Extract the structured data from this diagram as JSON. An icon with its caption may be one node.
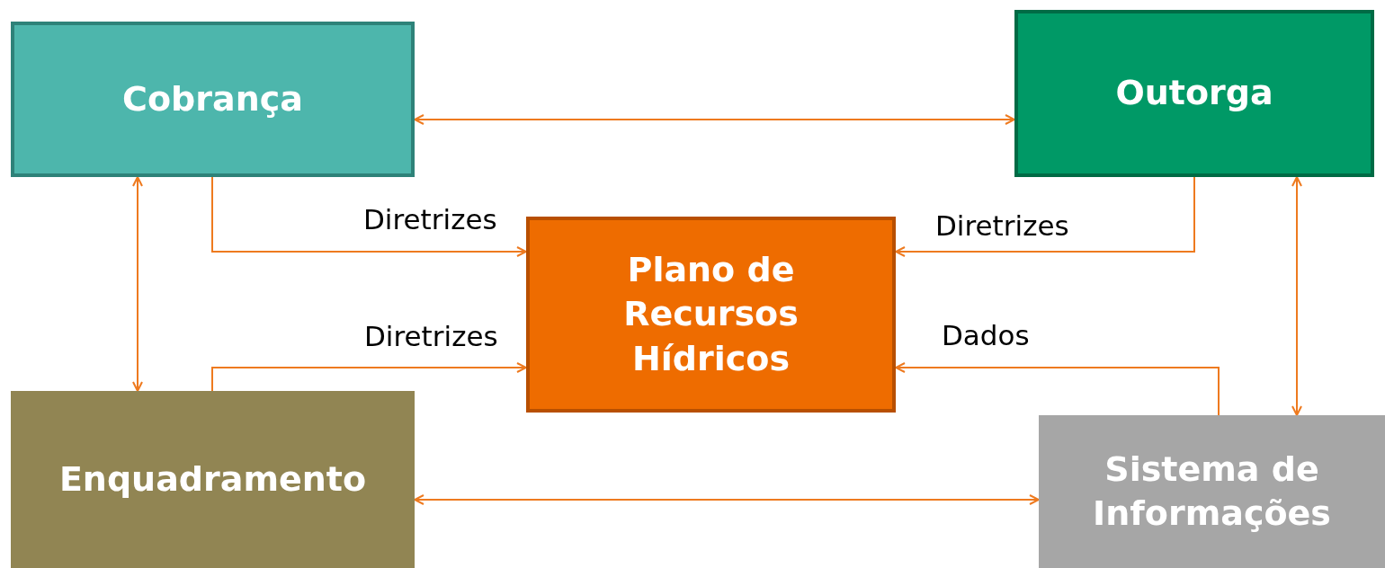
{
  "diagram": {
    "nodes": [
      {
        "text": [
          "Cobrança"
        ]
      },
      {
        "text": [
          "Outorga"
        ]
      },
      {
        "text": [
          "Plano de Recursos Hídricos"
        ]
      },
      {
        "text": [
          "Enquadramento"
        ]
      },
      {
        "text": [
          "Sistema de Informações"
        ]
      }
    ],
    "edges": [
      {
        "from": 0,
        "to": 1,
        "arrow": "both"
      },
      {
        "from": 0,
        "to": 3,
        "arrow": "both"
      },
      {
        "from": 0,
        "to": 2,
        "arrow": "to",
        "label": "Diretrizes"
      },
      {
        "from": 1,
        "to": 2,
        "arrow": "to",
        "label": "Diretrizes"
      },
      {
        "from": 3,
        "to": 2,
        "arrow": "to",
        "label": "Diretrizes"
      },
      {
        "from": 4,
        "to": 2,
        "arrow": "to",
        "label": "Dados"
      },
      {
        "from": 3,
        "to": 4,
        "arrow": "both"
      },
      {
        "from": 1,
        "to": 4,
        "arrow": "both"
      }
    ]
  }
}
